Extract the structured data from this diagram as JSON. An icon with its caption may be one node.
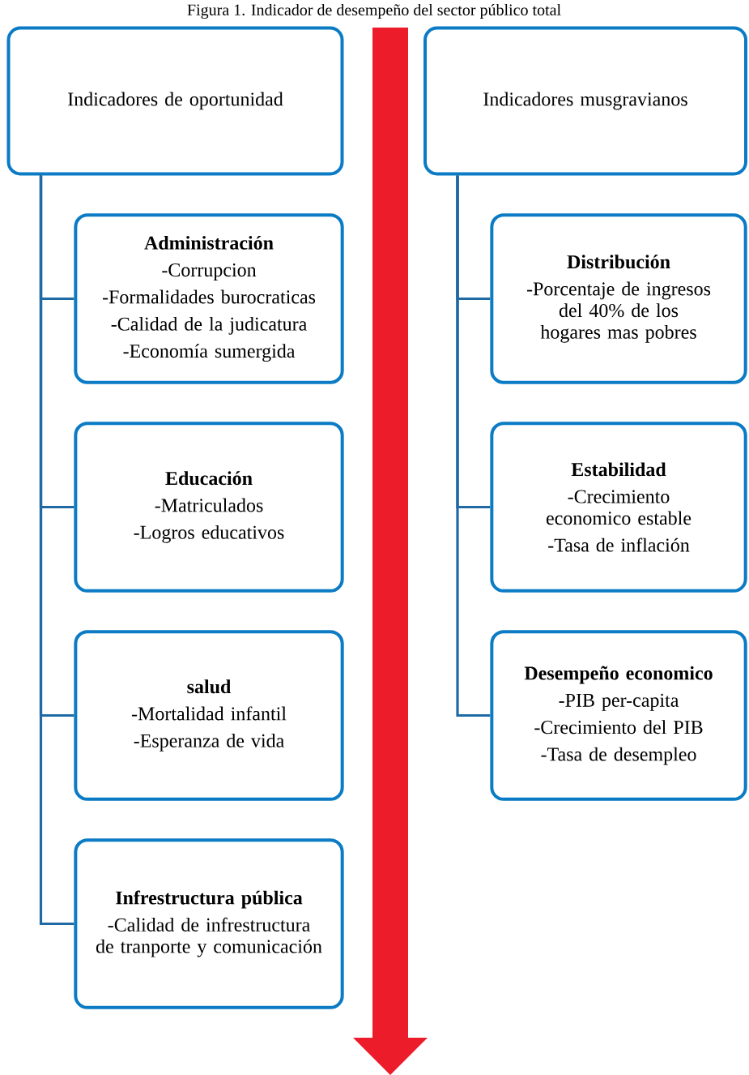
{
  "diagram": {
    "title": "Figura 1. Indicador de desempeño del sector público total",
    "nodes": [
      {
        "text": [
          "Indicadores de oportunidad"
        ]
      },
      {
        "text": [
          "Administración",
          "-Corrupcion",
          "-Formalidades burocraticas",
          "-Calidad de la judicatura",
          "-Economía sumergida"
        ]
      },
      {
        "text": [
          "Educación",
          "-Matriculados",
          "-Logros educativos"
        ]
      },
      {
        "text": [
          "salud",
          "-Mortalidad infantil",
          "-Esperanza de vida"
        ]
      },
      {
        "text": [
          "Infrestructura pública",
          "-Calidad de infrestructura de tranporte y comunicación"
        ]
      },
      {
        "text": [
          "Indicadores musgravianos"
        ]
      },
      {
        "text": [
          "Distribución",
          "-Porcentaje de ingresos del 40% de los hogares mas pobres"
        ]
      },
      {
        "text": [
          "Estabilidad",
          "-Crecimiento economico estable",
          "-Tasa de inflación"
        ]
      },
      {
        "text": [
          "Desempeño economico",
          "-PIB per-capita",
          "-Crecimiento del PIB",
          "-Tasa de desempleo"
        ]
      }
    ],
    "edges": [
      {
        "from": 0,
        "to": 1,
        "arrow": "none"
      },
      {
        "from": 0,
        "to": 2,
        "arrow": "none"
      },
      {
        "from": 0,
        "to": 3,
        "arrow": "none"
      },
      {
        "from": 0,
        "to": 4,
        "arrow": "none"
      },
      {
        "from": 5,
        "to": 6,
        "arrow": "none"
      },
      {
        "from": 5,
        "to": 7,
        "arrow": "none"
      },
      {
        "from": 5,
        "to": 8,
        "arrow": "none"
      }
    ]
  }
}
